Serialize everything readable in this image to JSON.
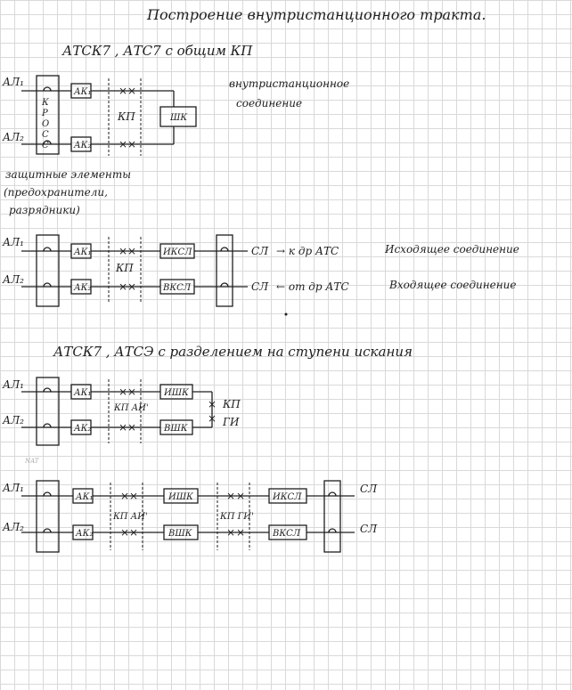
{
  "title": "Построение внутристанционного тракта.",
  "section1": {
    "heading": "АТСК7 , АТС7  с общим КП",
    "ab1": "АЛ₁",
    "ab2": "АЛ₂",
    "cross": [
      "К",
      "Р",
      "О",
      "С",
      "С"
    ],
    "ak1": "АК₁",
    "ak2": "АК₂",
    "kp": "КП",
    "shk": "ШК",
    "note_line1": "внутристанционное",
    "note_line2": "соединение",
    "protect_line1": "защитные элементы",
    "protect_line2": "(предохранители,",
    "protect_line3": "разрядники)"
  },
  "section2": {
    "ab1": "АЛ₁",
    "ab2": "АЛ₂",
    "ak1": "АК₁",
    "ak2": "АК₂",
    "kp": "КП",
    "iksl": "ИКСЛ",
    "vksl": "ВКСЛ",
    "sl1": "СЛ",
    "sl2": "СЛ",
    "to_other": "→ к др АТС",
    "from_other": "← от др АТС",
    "outgoing": "Исходящее соединение",
    "incoming": "Входящее соединение"
  },
  "section3": {
    "heading": "АТСК7 , АТСЭ   с разделением на ступени искания",
    "ab1": "АЛ₁",
    "ab2": "АЛ₂",
    "ak1": "АК₁",
    "ak2": "АК₂",
    "kpai": "КП АИ'",
    "ishk": "ИШК",
    "vshk": "ВШК",
    "kp": "КП",
    "gi": "ГИ"
  },
  "section4": {
    "ab1": "АЛ₁",
    "ab2": "АЛ₂",
    "ak1": "АК₁",
    "ak2": "АК₂",
    "kpai": "КП АИ'",
    "ishk": "ИШК",
    "vshk": "ВШК",
    "kpgi": "КП ГИ'",
    "iksl": "ИКСЛ",
    "vksl": "ВКСЛ",
    "sl1": "СЛ",
    "sl2": "СЛ"
  },
  "scan_mark": "NAT"
}
